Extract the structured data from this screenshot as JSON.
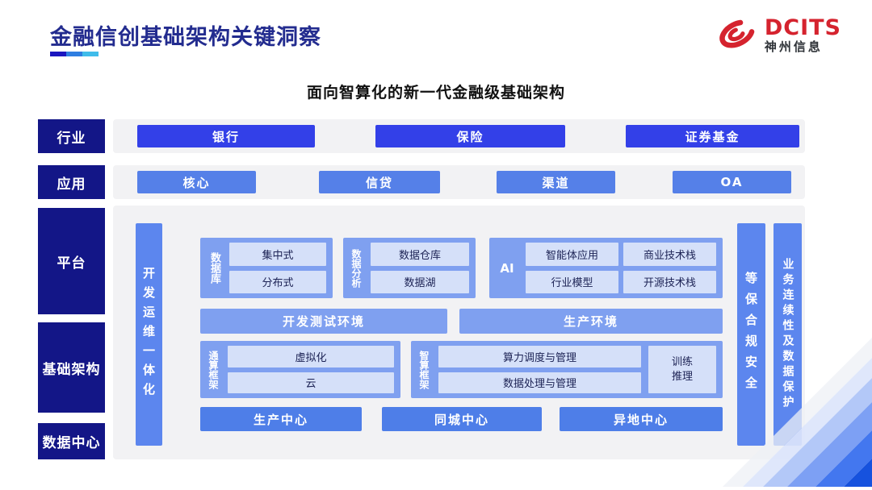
{
  "header": {
    "title": "金融信创基础架构关键洞察",
    "logo": {
      "brand": "DCITS",
      "company": "神州信息"
    }
  },
  "subtitle": "面向智算化的新一代金融级基础架构",
  "colors": {
    "navy_label": "#131687",
    "title_navy": "#232C8F",
    "industry_blue": "#3340E8",
    "application_blue": "#5580E8",
    "side_bar_blue": "#5C86EE",
    "group_blue": "#7FA0F0",
    "light_box_blue": "#D5E0F9",
    "center_blue": "#4E7EE8",
    "strip_gray": "#F2F2F4",
    "logo_red": "#D5232E",
    "underline": [
      "#1B16BF",
      "#2E7EE1",
      "#3FBCEA"
    ]
  },
  "rows": {
    "industry": {
      "label": "行业",
      "items": [
        "银行",
        "保险",
        "证券基金"
      ]
    },
    "application": {
      "label": "应用",
      "items": [
        "核心",
        "信贷",
        "渠道",
        "OA"
      ]
    },
    "platform": {
      "label": "平台"
    },
    "infrastructure": {
      "label": "基础架构"
    },
    "datacenter": {
      "label": "数据中心"
    }
  },
  "panel": {
    "devops_bar": "开发运维一体化",
    "security_bar": "等保合规安全",
    "continuity_bar": "业务连续性及数据保护",
    "database": {
      "label": "数据库",
      "items": [
        "集中式",
        "分布式"
      ]
    },
    "analytics": {
      "label": "数据分析",
      "items": [
        "数据仓库",
        "数据湖"
      ]
    },
    "ai": {
      "label": "AI",
      "items": [
        "智能体应用",
        "商业技术栈",
        "行业模型",
        "开源技术栈"
      ]
    },
    "environments": [
      "开发测试环境",
      "生产环境"
    ],
    "general_compute": {
      "label": "通算框架",
      "items": [
        "虚拟化",
        "云"
      ]
    },
    "intelligent_compute": {
      "label": "智算框架",
      "items": [
        "算力调度与管理",
        "数据处理与管理"
      ],
      "side": "训练\n推理"
    },
    "centers": [
      "生产中心",
      "同城中心",
      "异地中心"
    ]
  }
}
